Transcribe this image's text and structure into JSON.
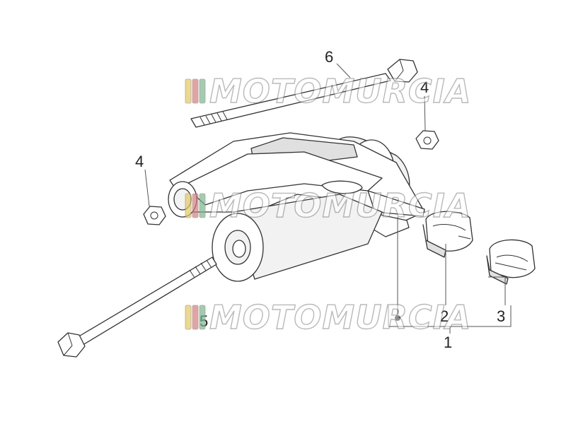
{
  "callouts": {
    "c1": "1",
    "c2": "2",
    "c3": "3",
    "c4a": "4",
    "c4b": "4",
    "c5": "5",
    "c6": "6"
  },
  "watermark": {
    "text": "MOTOMURCIA",
    "stripe_colors": [
      "#e8c95a",
      "#d97b7b",
      "#79b98b"
    ]
  }
}
